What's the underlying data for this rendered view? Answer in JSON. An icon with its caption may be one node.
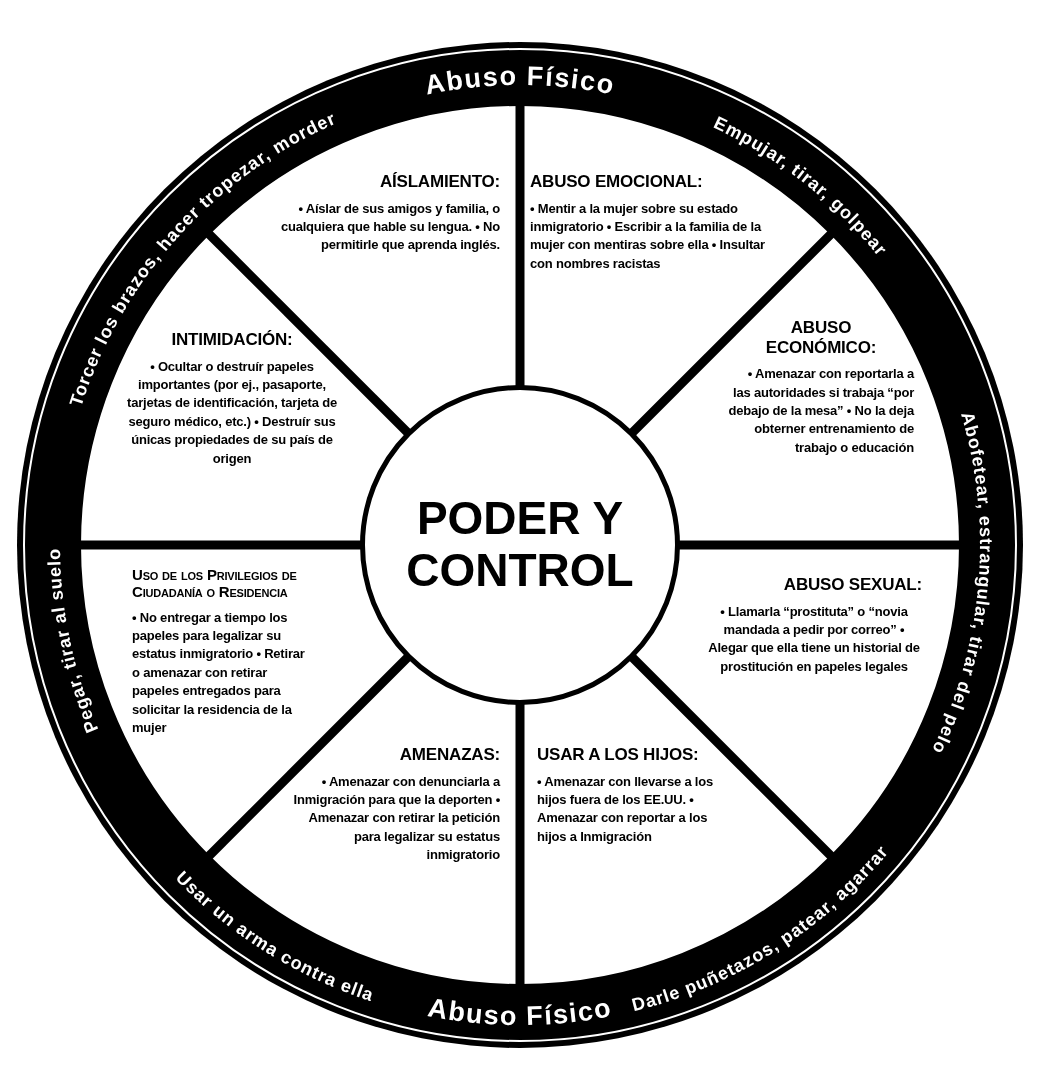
{
  "diagram": {
    "nodes": [
      {
        "text": [
          "Abuso Físico",
          "Torcer los brazos, hacer tropezar, morder",
          "Empujar, tirar, golpear",
          "Abofetear, estrangular, tirar del pelo",
          "Pegar, tirar al suelo",
          "Usar un arma contra ella",
          "Abuso Físico",
          "Darle puñetazos, patear, agarrar"
        ]
      },
      {
        "text": [
          "AÍSLAMIENTO:",
          "• Aíslar de sus amigos y familia, o cualquiera que hable su lengua. • No permitirle que aprenda inglés."
        ],
        "in": 0
      },
      {
        "text": [
          "ABUSO EMOCIONAL:",
          "• Mentir a la mujer sobre su estado inmigratorio • Escribir a la familia de la mujer con mentiras sobre ella • Insultar con nombres racistas"
        ],
        "in": 0
      },
      {
        "text": [
          "INTIMIDACIÓN:",
          "• Ocultar o destruír papeles importantes (por ej., pasaporte, tarjetas de identificación, tarjeta de seguro médico, etc.) • Destruír sus únicas propiedades de su país de origen"
        ],
        "in": 0
      },
      {
        "text": [
          "ABUSO ECONÓMICO:",
          "• Amenazar con reportarla a las autoridades si trabaja “por debajo de la mesa” • No la deja obterner entrenamiento de trabajo o educación"
        ],
        "in": 0
      },
      {
        "text": [
          "PODER Y CONTROL"
        ],
        "in": 0
      },
      {
        "text": [
          "Uso de los Privilegios de Ciudadanía o Residencia",
          "• No entregar a tiempo los papeles para legalizar su estatus inmigratorio • Retirar o amenazar con retirar papeles entregados para solicitar la residencia de la mujer"
        ],
        "in": 0
      },
      {
        "text": [
          "ABUSO SEXUAL:",
          "• Llamarla “prostituta” o “novia mandada a pedir por correo” • Alegar que ella tiene un historial de prostitución en papeles legales"
        ],
        "in": 0
      },
      {
        "text": [
          "AMENAZAS:",
          "• Amenazar con denunciarla a Inmigración para que la deporten • Amenazar con retirar la petición para legalizar su estatus inmigratorio"
        ],
        "in": 0
      },
      {
        "text": [
          "USAR A LOS HIJOS:",
          "• Amenazar con llevarse a los hijos fuera de los EE.UU. • Amenazar con reportar a los hijos a Inmigración"
        ],
        "in": 0
      }
    ],
    "edges": []
  }
}
